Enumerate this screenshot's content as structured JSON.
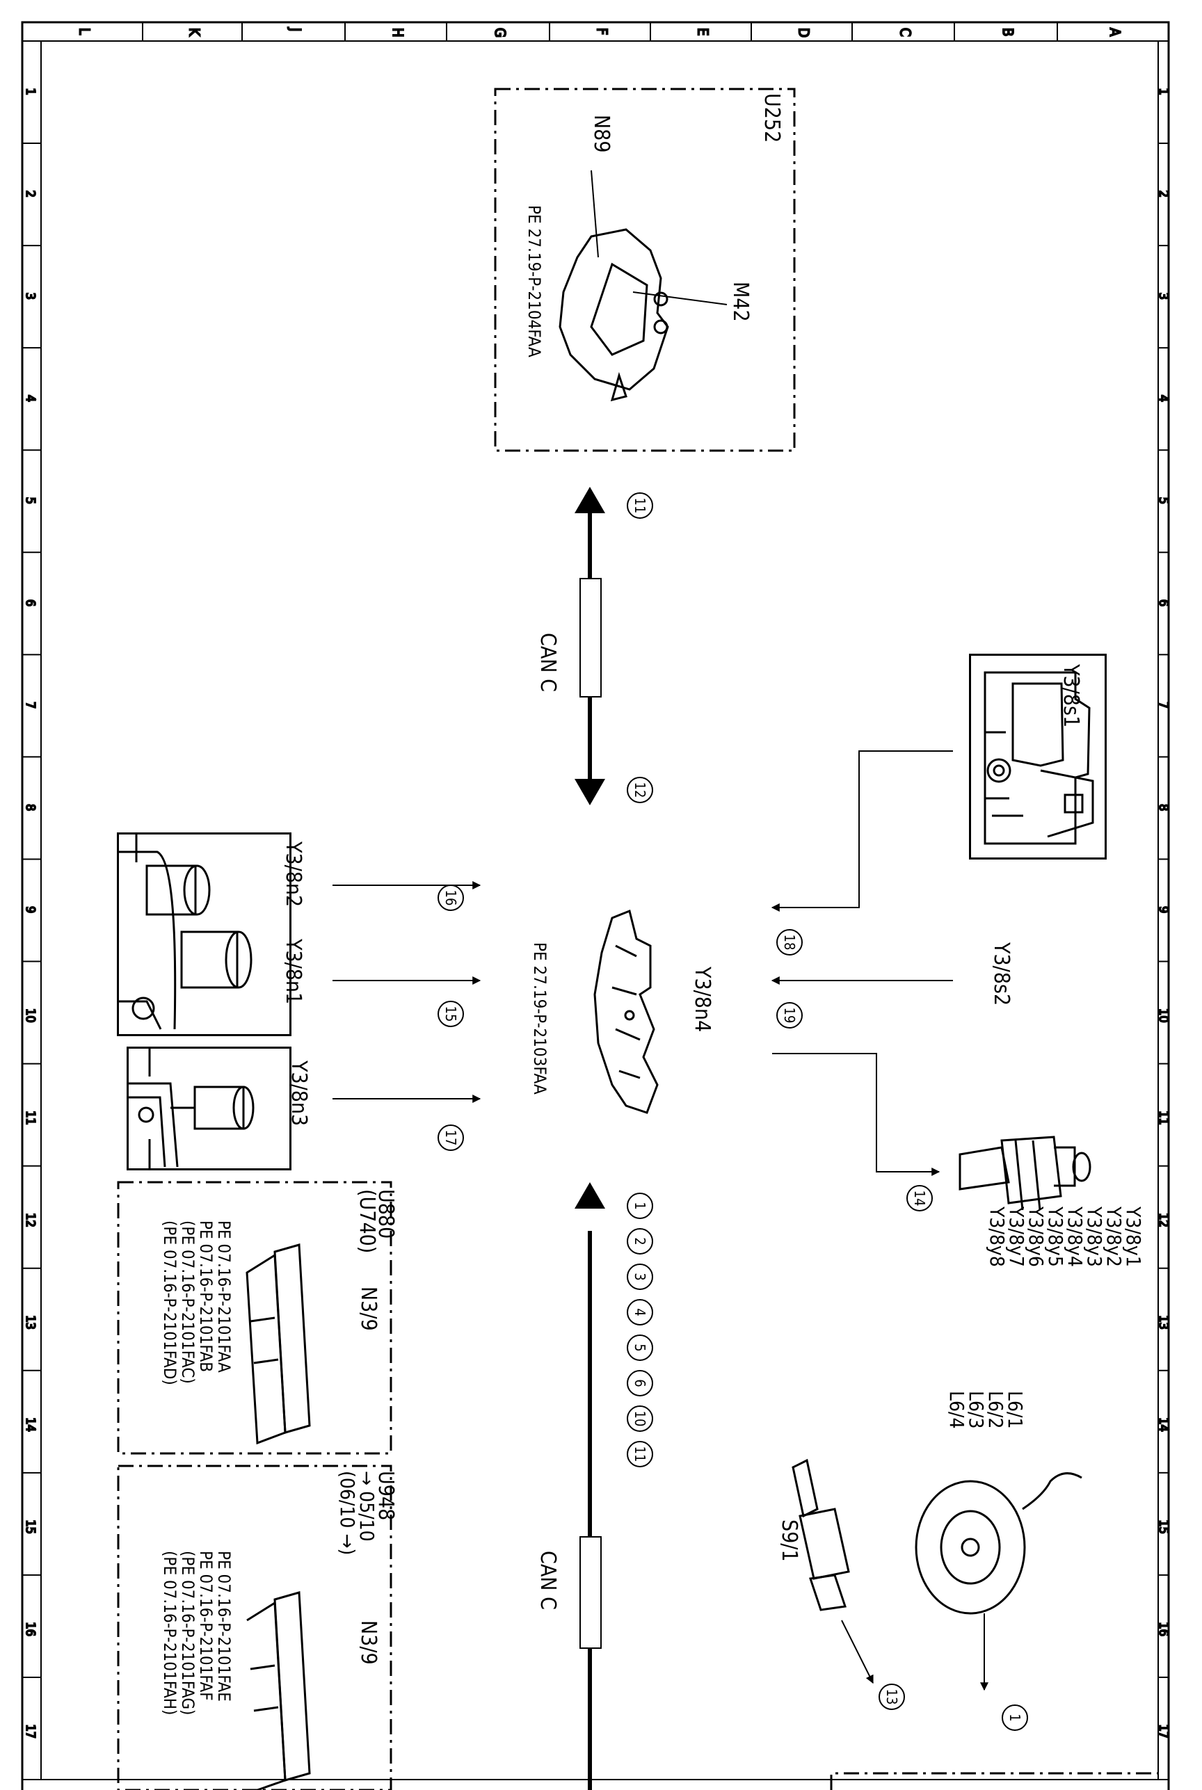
{
  "frame": {
    "columns_top": [
      "L",
      "K",
      "J",
      "H",
      "G",
      "F",
      "E",
      "D",
      "C",
      "B",
      "A"
    ],
    "rows": [
      "1",
      "2",
      "3",
      "4",
      "5",
      "6",
      "7",
      "8",
      "9",
      "10",
      "11",
      "12",
      "13",
      "14",
      "15",
      "16",
      "17"
    ]
  },
  "modules": {
    "u252": {
      "code": "U252",
      "labels": [
        "N89",
        "M42"
      ],
      "ref": "PE 27.19-P-2104FAA"
    },
    "y3_8s1": {
      "label": "Y3/8s1"
    },
    "y3_8n2": {
      "label": "Y3/8n2"
    },
    "y3_8n1": {
      "label": "Y3/8n1"
    },
    "y3_8n3": {
      "label": "Y3/8n3"
    },
    "y3_8n4": {
      "label": "Y3/8n4",
      "ref": "PE 27.19-P-2103FAA"
    },
    "y3_8s2": {
      "label": "Y3/8s2"
    },
    "y3_8y": {
      "labels": [
        "Y3/8y1",
        "Y3/8y2",
        "Y3/8y3",
        "Y3/8y4",
        "Y3/8y5",
        "Y3/8y6",
        "Y3/8y7",
        "Y3/8y8"
      ]
    },
    "l6": {
      "labels": [
        "L6/1",
        "L6/2",
        "L6/3",
        "L6/4"
      ]
    },
    "s9_1": {
      "label": "S9/1"
    },
    "u880": {
      "code": "U880",
      "code2": "(U740)",
      "name": "N3/9",
      "refs": [
        "PE 07.16-P-2101FAA",
        "PE 07.16-P-2101FAB",
        "(PE 07.16-P-2101FAC)",
        "(PE 07.16-P-2101FAD)"
      ]
    },
    "u948": {
      "code": "U948",
      "validity": "→ 05/10",
      "validity2": "(06/10 →)",
      "name": "N3/9",
      "refs": [
        "PE 07.16-P-2101FAE",
        "PE 07.16-P-2101FAF",
        "(PE 07.16-P-2101FAG)",
        "(PE 07.16-P-2101FAH)"
      ]
    }
  },
  "bus": {
    "label_upper": "CAN C",
    "label_lower": "CAN C"
  },
  "signals": {
    "n11": "11",
    "n12": "12",
    "n16": "16",
    "n15": "15",
    "n17": "17",
    "n18": "18",
    "n19": "19",
    "n14": "14",
    "n13": "13",
    "n1": "1",
    "lower_bus": [
      "1",
      "2",
      "3",
      "4",
      "5",
      "6",
      "10",
      "11"
    ]
  },
  "icons": {
    "reference": "pointing-hand-icon",
    "signal": "circled-number-icon",
    "arrow": "flow-arrow-icon"
  }
}
